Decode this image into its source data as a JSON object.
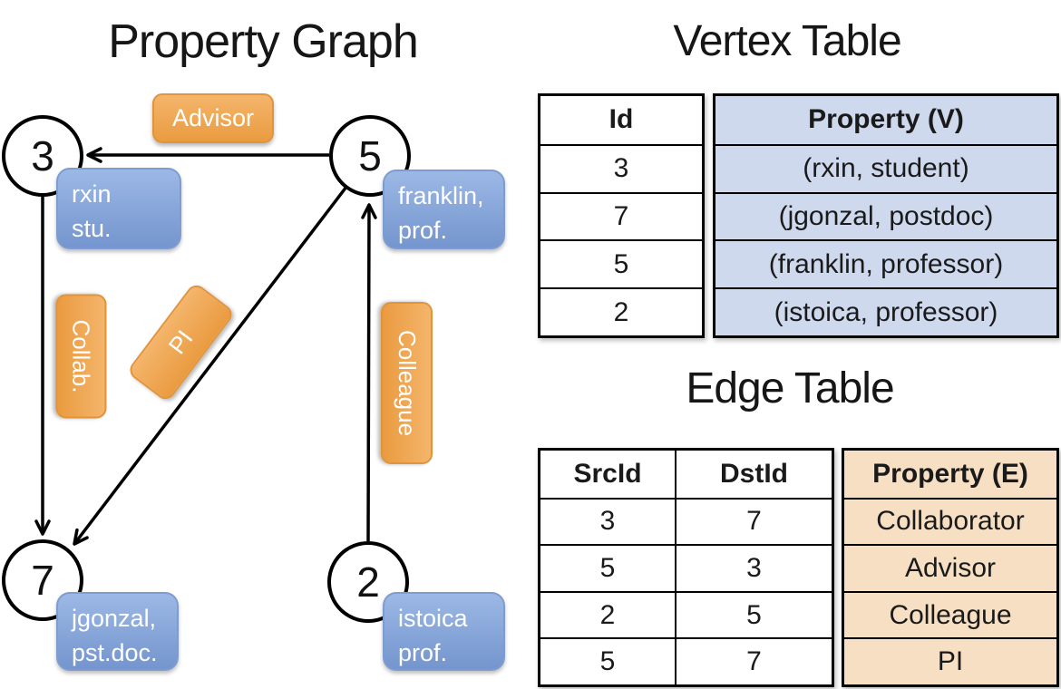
{
  "titles": {
    "graph": "Property Graph",
    "vertex_table": "Vertex Table",
    "edge_table": "Edge Table"
  },
  "colors": {
    "edge_label_orange": "#eea54e",
    "vertex_label_blue": "#84a5d9",
    "vertex_cell_bg": "#cfd9ee",
    "edge_cell_bg": "#f6dfc3",
    "line_black": "#000000"
  },
  "graph": {
    "nodes": {
      "n3": "3",
      "n5": "5",
      "n7": "7",
      "n2": "2"
    },
    "vertex_labels": {
      "n3": {
        "line1": "rxin",
        "line2": "stu."
      },
      "n5": {
        "line1": "franklin,",
        "line2": "prof."
      },
      "n7": {
        "line1": "jgonzal,",
        "line2": "pst.doc."
      },
      "n2": {
        "line1": "istoica",
        "line2": "prof."
      }
    },
    "edge_labels": {
      "advisor": "Advisor",
      "collab": "Collab.",
      "pi": "PI",
      "colleague": "Colleague"
    }
  },
  "vertex_table": {
    "headers": {
      "id": "Id",
      "property": "Property (V)"
    },
    "rows": [
      {
        "id": "3",
        "property": "(rxin, student)"
      },
      {
        "id": "7",
        "property": "(jgonzal, postdoc)"
      },
      {
        "id": "5",
        "property": "(franklin, professor)"
      },
      {
        "id": "2",
        "property": "(istoica, professor)"
      }
    ]
  },
  "edge_table": {
    "headers": {
      "src": "SrcId",
      "dst": "DstId",
      "property": "Property (E)"
    },
    "rows": [
      {
        "src": "3",
        "dst": "7",
        "property": "Collaborator"
      },
      {
        "src": "5",
        "dst": "3",
        "property": "Advisor"
      },
      {
        "src": "2",
        "dst": "5",
        "property": "Colleague"
      },
      {
        "src": "5",
        "dst": "7",
        "property": "PI"
      }
    ]
  }
}
